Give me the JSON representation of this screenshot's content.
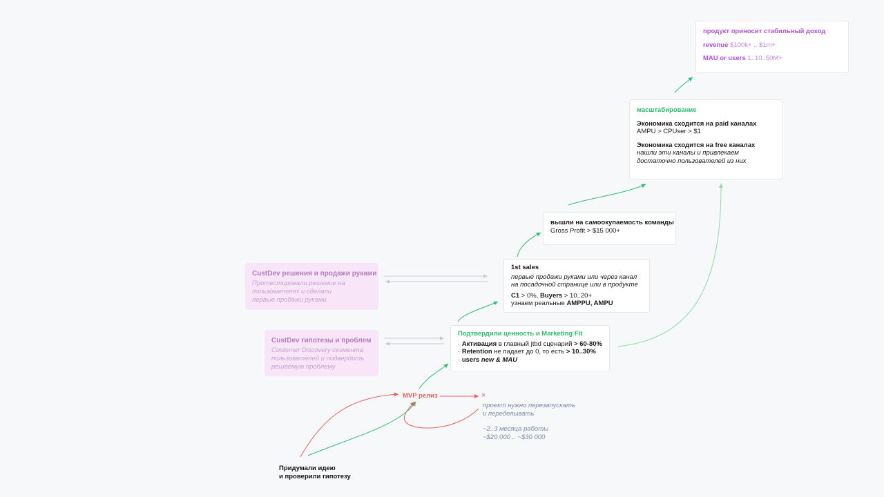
{
  "revenue_card": {
    "title": "продукт приносит стабильный доход",
    "revenue_label": "revenue",
    "revenue_value": "$100k+ .. $1m+",
    "mau_label": "MAU or users",
    "mau_value": "1..10..50M+"
  },
  "scaling_card": {
    "title": "масштабирование",
    "paid_heading": "Экономика сходится на paid каналах",
    "paid_formula": "AMPU > CPUser > $1",
    "free_heading": "Экономика сходится на free каналах",
    "free_line1": "нашли эти каналы и привлекаем",
    "free_line2": "достаточно пользователей из них"
  },
  "payback_card": {
    "title": "вышли на самоокупаемость команды",
    "value": "Gross Profit > $15 000+"
  },
  "sales_card": {
    "title": "1st sales",
    "line1": "первые продажи руками или через канал",
    "line2": "на посадочной странице или в продукте",
    "c1_label": "C1",
    "c1_rest": " > 0%, ",
    "buyers_label": "Buyers",
    "buyers_rest": " > 10..20+",
    "learn_prefix": "узнаем реальные ",
    "learn_metrics": "AMPPU, AMPU"
  },
  "fit_card": {
    "title": "Подтвердили ценность и Marketing Fit",
    "activation_bullet": "· ",
    "activation_label": "Активация",
    "activation_rest": " в главный jtbd сценарий ",
    "activation_value": "> 60-80%",
    "retention_bullet": "· ",
    "retention_label": "Retention",
    "retention_rest": " не падает до 0,  то есть ",
    "retention_value": " > 10..30%",
    "users_bullet": "· ",
    "users_label": "users ",
    "users_value": "new & MAU"
  },
  "custdev_solution": {
    "title": "CustDev решения и продажи руками",
    "line1": "Протестировали решение на",
    "line2": "пользователях и сделали",
    "line3": "первые продажи руками"
  },
  "custdev_problem": {
    "title": "CustDev гипотезы и проблем",
    "line1": "Customer Discovery сегмента",
    "line2": "пользователей и подвердить",
    "line3": "решаемую проблему"
  },
  "mvp_label": "MVP релиз",
  "fail_mark": "×",
  "restart_note": {
    "line1": "проект нужно перезапускать",
    "line2": "и переделывать",
    "line3": "~2..3 месяца работы",
    "line4": "~$20 000 .. ~$30 000"
  },
  "idea": {
    "line1": "Придумали идею",
    "line2": "и проверили гипотезу"
  },
  "colors": {
    "green_arrow": "#2dbd6e",
    "light_green_arrow": "#7fe0a6",
    "red_arrow": "#e8605a",
    "gray_arrow": "#c6cbd6",
    "purple_text": "#b84ce0",
    "green_text": "#2dbd6e",
    "pink_bg": "#f8e6f8",
    "note_text": "#7a88a8"
  }
}
